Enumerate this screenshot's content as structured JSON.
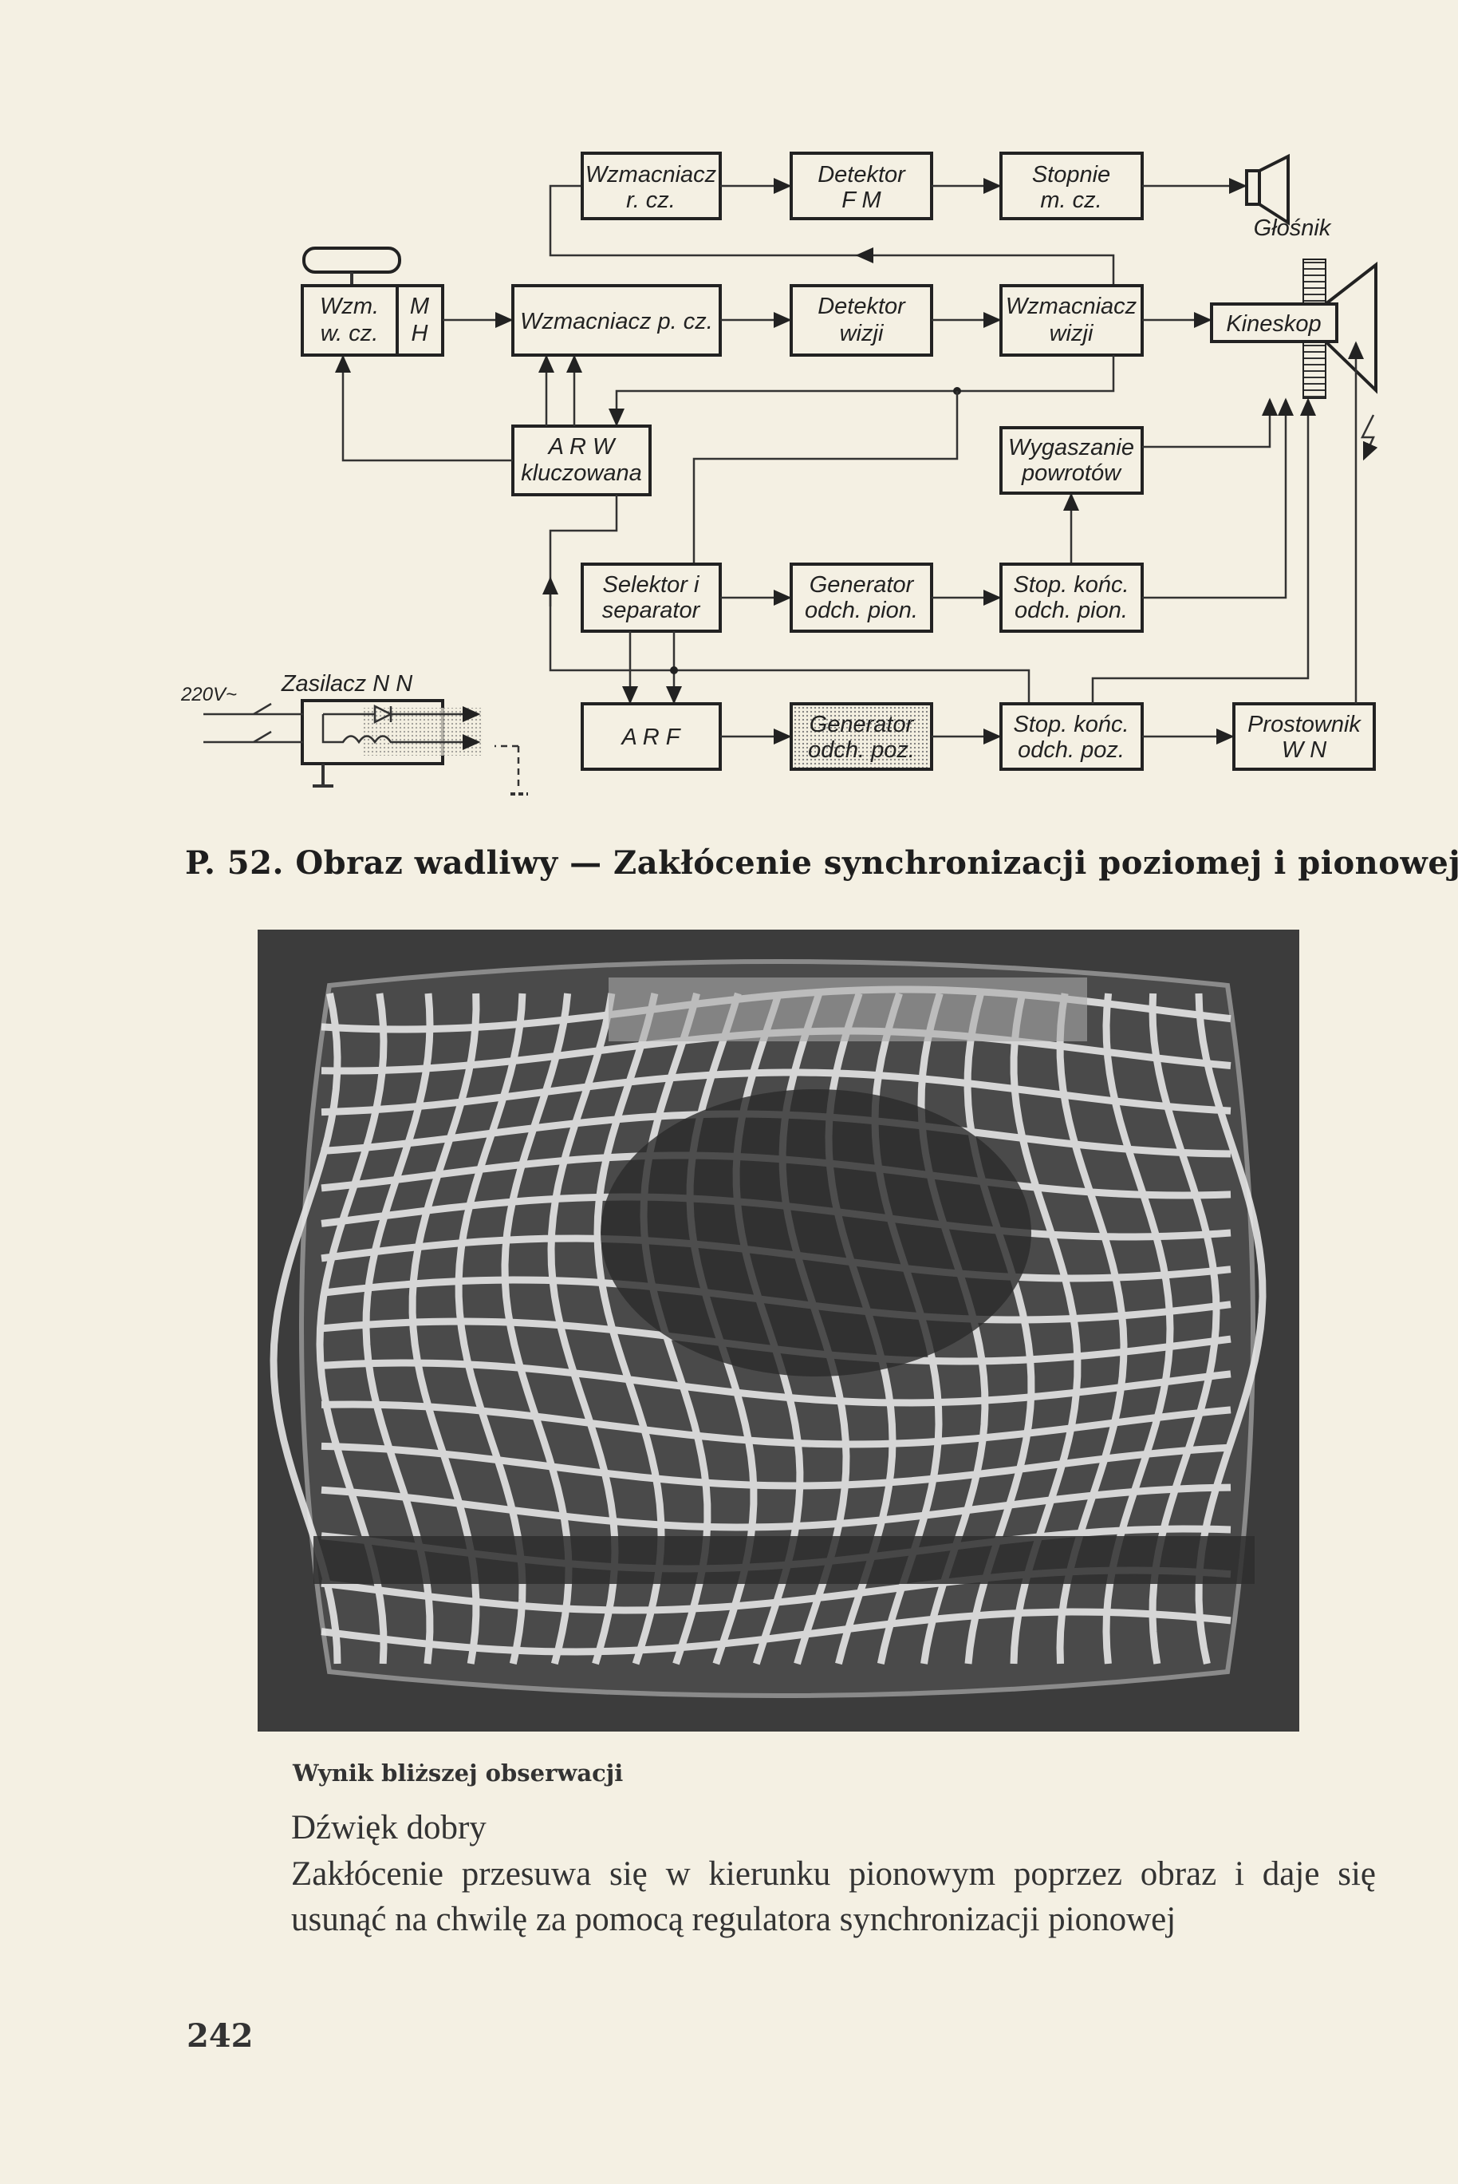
{
  "diagram": {
    "blocks": {
      "wzm_rcz": [
        "Wzmacniacz",
        "r. cz."
      ],
      "det_fm": [
        "Detektor",
        "F M"
      ],
      "stopnie_mcz": [
        "Stopnie",
        "m. cz."
      ],
      "glosnik": "Głośnik",
      "wzm_wcz": [
        "Wzm.",
        "w. cz."
      ],
      "wzm_wcz_mh": [
        "M",
        "H"
      ],
      "wzm_pcz": "Wzmacniacz p. cz.",
      "det_wizji": [
        "Detektor",
        "wizji"
      ],
      "wzm_wizji": [
        "Wzmacniacz",
        "wizji"
      ],
      "kineskop": "Kineskop",
      "arw": [
        "A R W",
        "kluczowana"
      ],
      "wygaszanie": [
        "Wygaszanie",
        "powrotów"
      ],
      "selektor": [
        "Selektor i",
        "separator"
      ],
      "gen_pion": [
        "Generator",
        "odch. pion."
      ],
      "stop_pion": [
        "Stop. końc.",
        "odch. pion."
      ],
      "arf": "A R F",
      "gen_poz": [
        "Generator",
        "odch. poz."
      ],
      "stop_poz": [
        "Stop. końc.",
        "odch. poz."
      ],
      "prostownik": [
        "Prostownik",
        "W N"
      ],
      "zasilacz": "Zasilacz N N",
      "mains": "220V~"
    }
  },
  "caption": "P. 52. Obraz wadliwy — Zakłócenie synchronizacji poziomej i pionowej",
  "section_heading": "Wynik bliższej obserwacji",
  "observations": [
    "Dźwięk dobry",
    "Zakłócenie przesuwa się w kierunku pionowym poprzez obraz i daje się usunąć na chwilę za pomocą regulatora synchronizacji pionowej"
  ],
  "page_number": "242"
}
